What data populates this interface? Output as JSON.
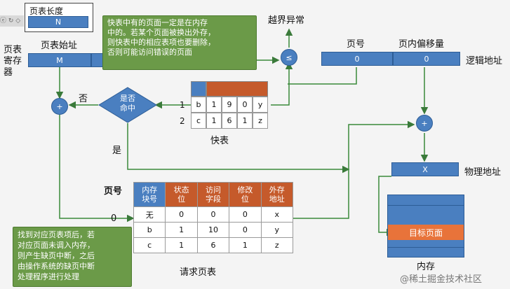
{
  "top_left": {
    "tab_text": "ⓔ ↻ ◇",
    "page_table_length_label": "页表长度",
    "page_table_length_value": "N"
  },
  "register": {
    "label_line1": "页表",
    "label_line2": "寄存",
    "label_line3": "器",
    "start_label": "页表始址",
    "start_value": "M"
  },
  "callout_tlb": {
    "text_line1": "快表中有的页面一定是在内存",
    "text_line2": "中的。若某个页面被换出外存，",
    "text_line3": "则快表中的相应表项也要删除，",
    "text_line4": "否则可能访问错误的页面"
  },
  "overflow_label": "越界异常",
  "compare_symbol": "≤",
  "logical": {
    "page_no_label": "页号",
    "offset_label": "页内偏移量",
    "page_no_value": "0",
    "offset_value": "0",
    "label": "逻辑地址"
  },
  "decision": {
    "text_line1": "是否",
    "text_line2": "命中",
    "no_label": "否",
    "yes_label": "是"
  },
  "adder_symbol": "+",
  "tlb": {
    "caption": "快表",
    "row_numbers": [
      "1",
      "2"
    ],
    "rows": [
      [
        "b",
        "1",
        "9",
        "0",
        "y"
      ],
      [
        "c",
        "1",
        "6",
        "1",
        "z"
      ]
    ]
  },
  "physical": {
    "value": "X",
    "label": "物理地址"
  },
  "page_table": {
    "page_no_header": "页号",
    "headers": [
      [
        "内存",
        "块号"
      ],
      [
        "状态",
        "位"
      ],
      [
        "访问",
        "字段"
      ],
      [
        "修改",
        "位"
      ],
      [
        "外存",
        "地址"
      ]
    ],
    "row_labels": [
      "0",
      "",
      ""
    ],
    "rows": [
      [
        "无",
        "0",
        "0",
        "0",
        "x"
      ],
      [
        "b",
        "1",
        "10",
        "0",
        "y"
      ],
      [
        "c",
        "1",
        "6",
        "1",
        "z"
      ]
    ],
    "caption": "请求页表"
  },
  "callout_fault": {
    "text_line1": "找到对应页表项后，若",
    "text_line2": "对应页面未调入内存，",
    "text_line3": "则产生缺页中断，之后",
    "text_line4": "由操作系统的缺页中断",
    "text_line5": "处理程序进行处理"
  },
  "memory": {
    "target_label": "目标页面",
    "caption": "内存"
  },
  "watermark": "@稀土掘金技术社区",
  "colors": {
    "box_blue": "#4a7fc0",
    "header_red": "#c55a2b",
    "callout_green": "#6b9a48",
    "target_orange": "#e8733a"
  }
}
